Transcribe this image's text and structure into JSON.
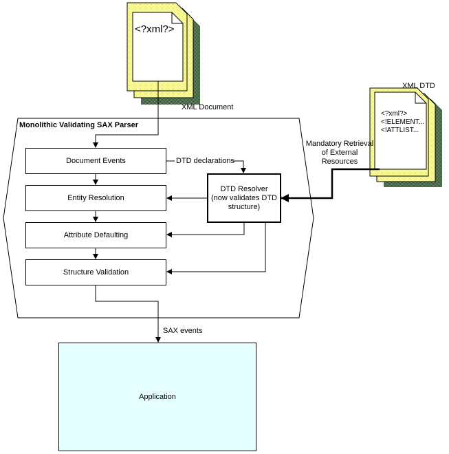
{
  "xml_document": {
    "content": "<?xml?>",
    "caption": "XML Document"
  },
  "xml_dtd": {
    "caption": "XML DTD",
    "lines": [
      "<?xml?>",
      "<!ELEMENT...",
      "<!ATTLIST..."
    ]
  },
  "parser": {
    "title": "Monolithic Validating SAX Parser"
  },
  "stages": {
    "document_events": "Document Events",
    "entity_resolution": "Entity Resolution",
    "attribute_defaulting": "Attribute Defaulting",
    "structure_validation": "Structure Validation"
  },
  "dtd_resolver": {
    "lines": [
      "DTD Resolver",
      "(now validates DTD",
      "structure)"
    ]
  },
  "labels": {
    "dtd_declarations": "DTD declarations",
    "retrieval": [
      "Mandatory Retrieval",
      "of External",
      "Resources"
    ],
    "sax_events": "SAX events"
  },
  "application": {
    "label": "Application"
  },
  "colors": {
    "page_fill": "#ffffcc",
    "shadow": "#336633",
    "application_fill": "#e6ffff"
  }
}
